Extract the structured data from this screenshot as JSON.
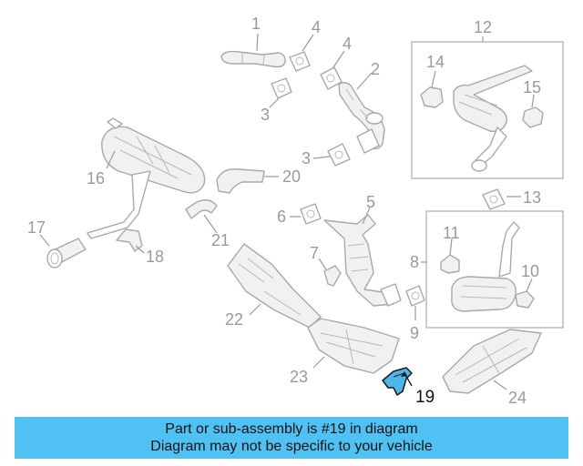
{
  "callouts": {
    "c1": "1",
    "c2": "2",
    "c3a": "3",
    "c3b": "3",
    "c4a": "4",
    "c4b": "4",
    "c5": "5",
    "c6": "6",
    "c7": "7",
    "c8": "8",
    "c9": "9",
    "c10": "10",
    "c11": "11",
    "c12": "12",
    "c13": "13",
    "c14": "14",
    "c15": "15",
    "c16": "16",
    "c17": "17",
    "c18": "18",
    "c19": "19",
    "c20": "20",
    "c21": "21",
    "c22": "22",
    "c23": "23",
    "c24": "24"
  },
  "highlighted_part": "19",
  "colors": {
    "highlight": "#4db8e8",
    "banner": "#4fc1f3",
    "lines": "#a9a9a9"
  },
  "banner": {
    "line1": "Part or sub-assembly is #19 in diagram",
    "line2": "Diagram may not be specific to your vehicle"
  }
}
